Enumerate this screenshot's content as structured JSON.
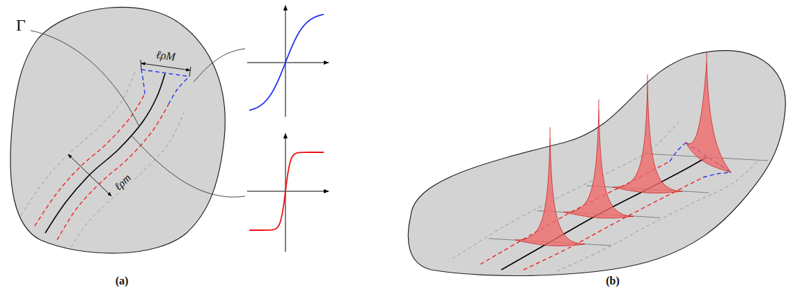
{
  "diagram": {
    "labels": [
      "Γ",
      "ℓρM",
      "ℓρm",
      "(a)",
      "(b)"
    ]
  }
}
